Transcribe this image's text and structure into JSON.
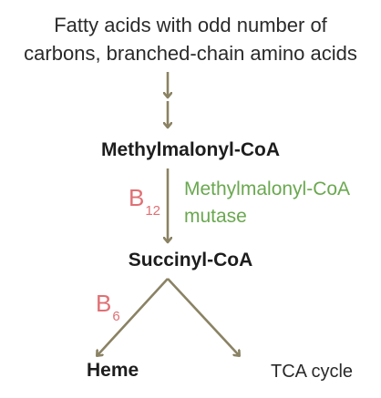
{
  "diagram": {
    "source_line1": "Fatty acids with odd number of",
    "source_line2": "carbons, branched-chain amino acids",
    "intermediate": "Methylmalonyl-CoA",
    "enzyme_line1": "Methylmalonyl-CoA",
    "enzyme_line2": "mutase",
    "cofactor_1_letter": "B",
    "cofactor_1_number": "12",
    "product": "Succinyl-CoA",
    "cofactor_2_letter": "B",
    "cofactor_2_number": "6",
    "branch_left": "Heme",
    "branch_right": "TCA cycle"
  },
  "colors": {
    "arrow": "#8a8263",
    "enzyme_text": "#6aa84f",
    "cofactor_text": "#e07074",
    "text": "#1f1f1f"
  }
}
